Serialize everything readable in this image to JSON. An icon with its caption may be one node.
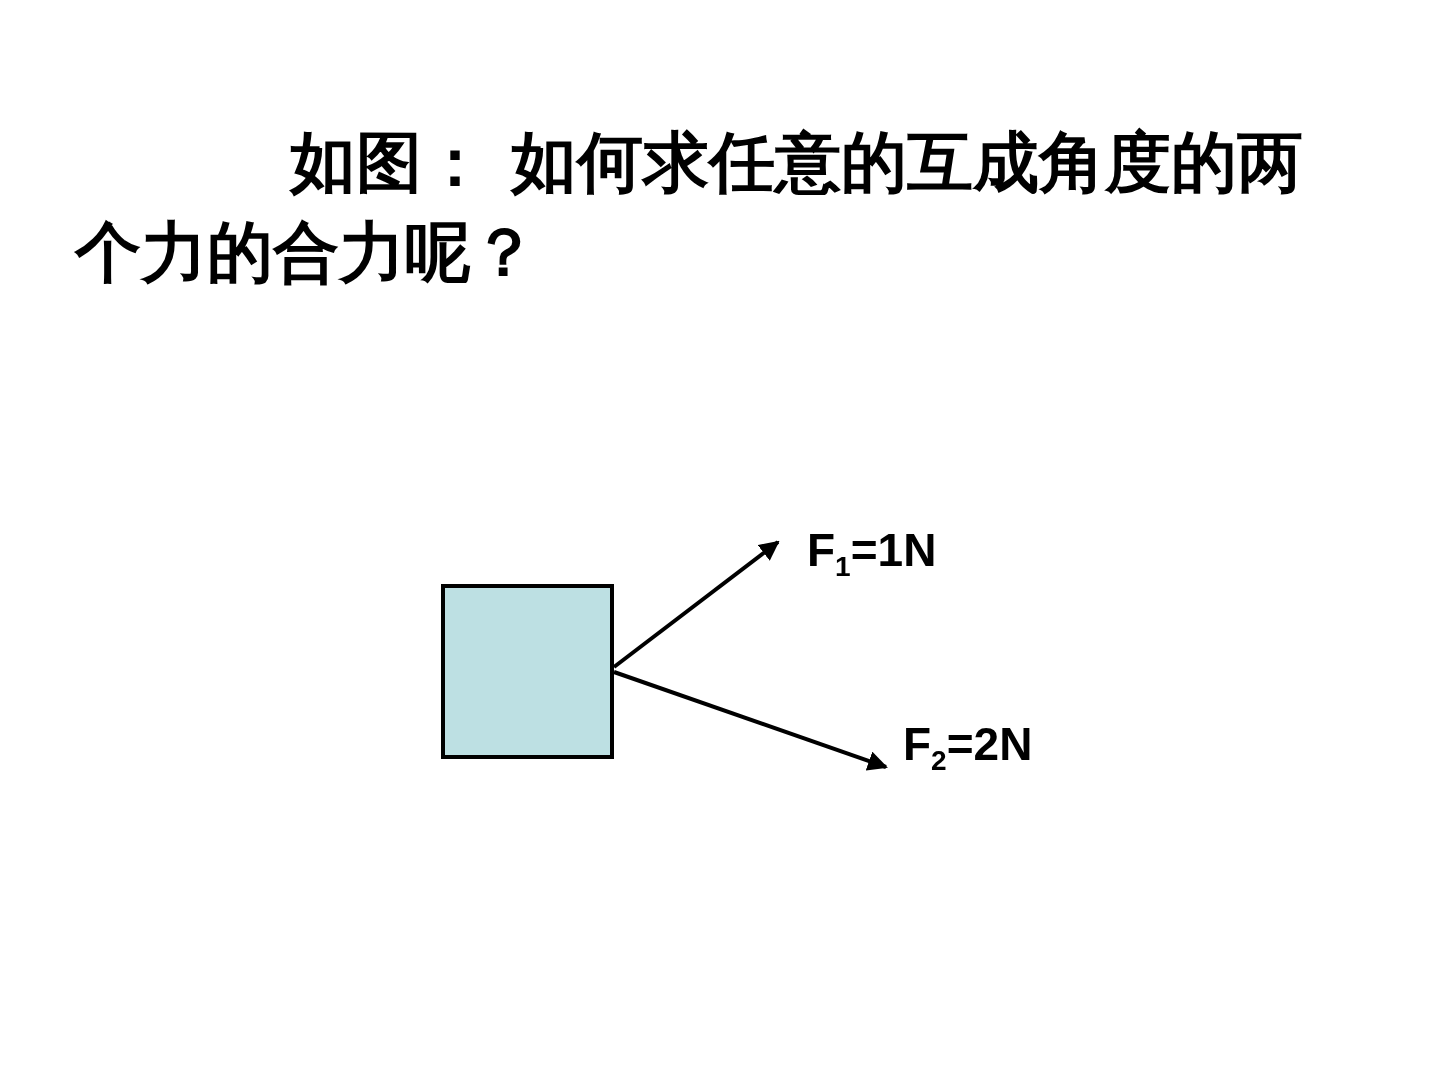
{
  "diagram": {
    "title": "如图： 如何求任意的**互成角度**的两个力的合力呢？",
    "nodes": [
      {
        "text": [],
        "shape": "box"
      }
    ],
    "labels": [
      "F$_{1}$=1N",
      "F$_{2}$=2N"
    ]
  }
}
